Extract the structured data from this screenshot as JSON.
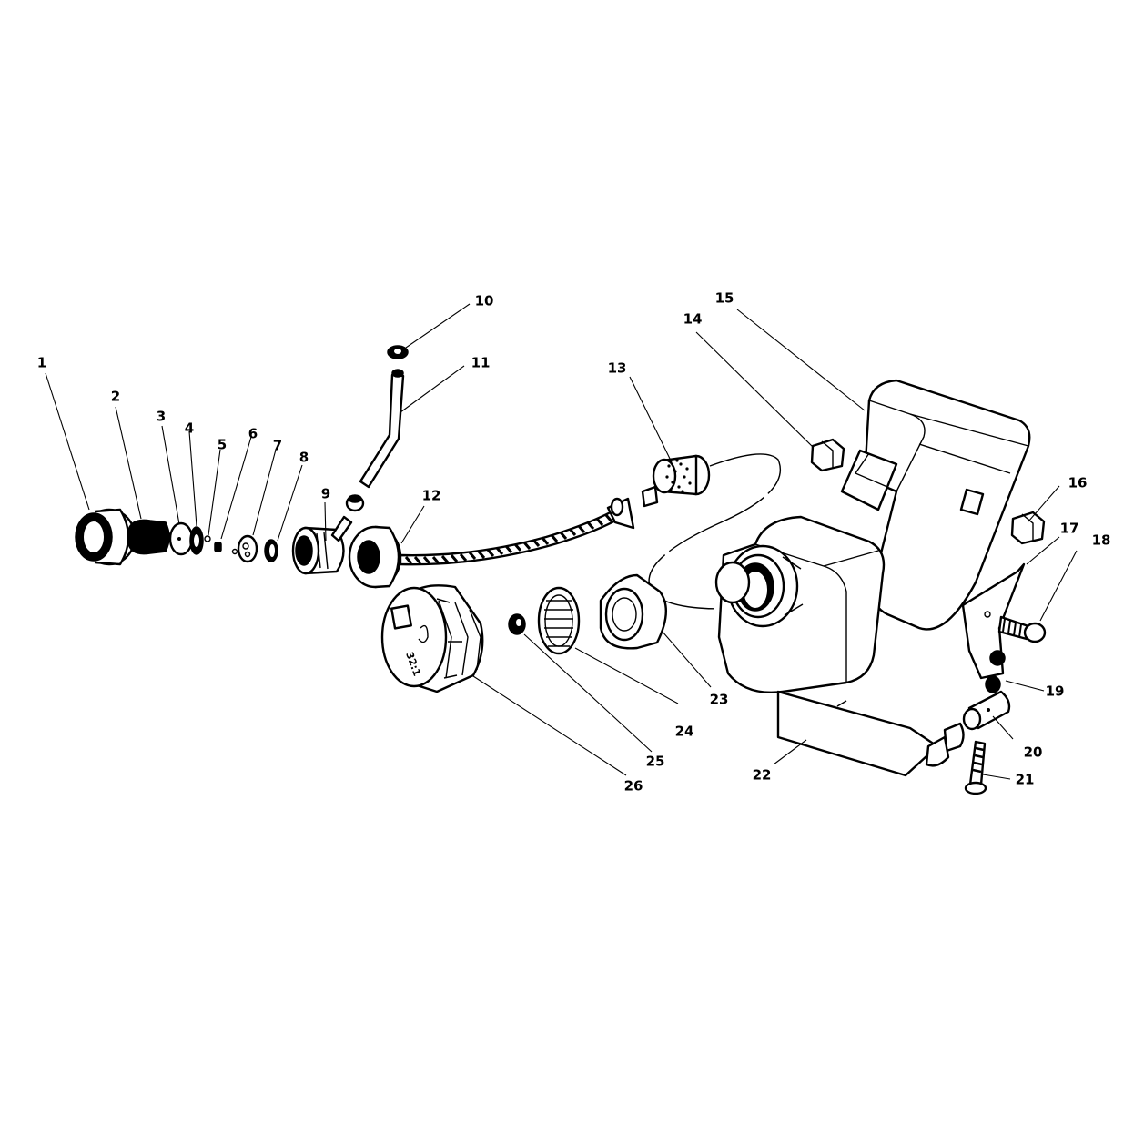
{
  "callouts": [
    {
      "id": "1",
      "label": "1"
    },
    {
      "id": "2",
      "label": "2"
    },
    {
      "id": "3",
      "label": "3"
    },
    {
      "id": "4",
      "label": "4"
    },
    {
      "id": "5",
      "label": "5"
    },
    {
      "id": "6",
      "label": "6"
    },
    {
      "id": "7",
      "label": "7"
    },
    {
      "id": "8",
      "label": "8"
    },
    {
      "id": "9",
      "label": "9"
    },
    {
      "id": "10",
      "label": "10"
    },
    {
      "id": "11",
      "label": "11"
    },
    {
      "id": "12",
      "label": "12"
    },
    {
      "id": "13",
      "label": "13"
    },
    {
      "id": "14",
      "label": "14"
    },
    {
      "id": "15",
      "label": "15"
    },
    {
      "id": "16",
      "label": "16"
    },
    {
      "id": "17",
      "label": "17"
    },
    {
      "id": "18",
      "label": "18"
    },
    {
      "id": "19",
      "label": "19"
    },
    {
      "id": "20",
      "label": "20"
    },
    {
      "id": "21",
      "label": "21"
    },
    {
      "id": "22",
      "label": "22"
    },
    {
      "id": "23",
      "label": "23"
    },
    {
      "id": "24",
      "label": "24"
    },
    {
      "id": "25",
      "label": "25"
    },
    {
      "id": "26",
      "label": "26"
    }
  ],
  "cap_marking": "32:1"
}
